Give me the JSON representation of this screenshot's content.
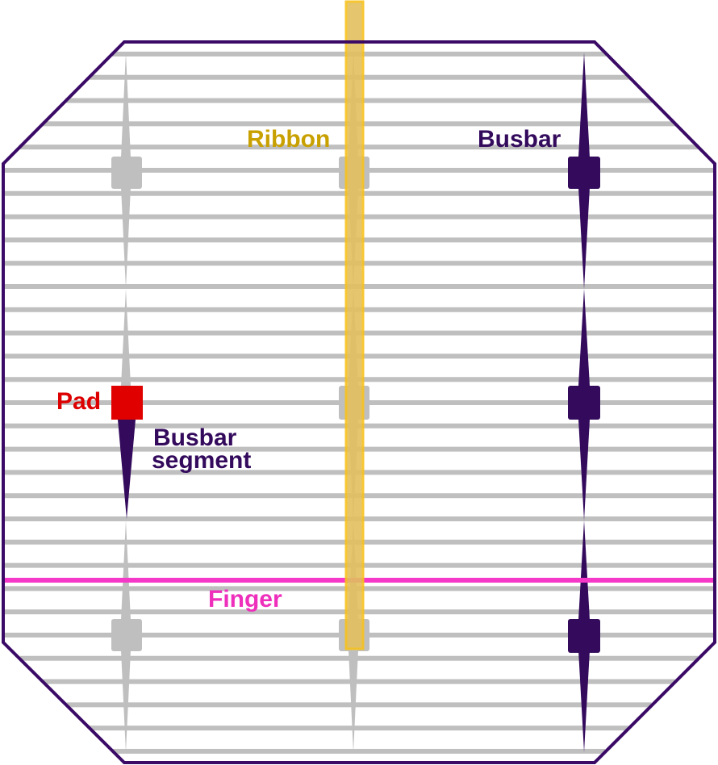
{
  "labels": {
    "ribbon": "Ribbon",
    "busbar": "Busbar",
    "pad": "Pad",
    "busbar_segment_line1": "Busbar",
    "busbar_segment_line2": "segment",
    "finger": "Finger"
  },
  "colors": {
    "cell_outline": "#3a0a66",
    "finger_gray": "#bfbfbf",
    "busbar": "#330a5c",
    "ribbon_fill": "#e3bf5e",
    "ribbon_stroke": "#f7c21d",
    "pad": "#e00000",
    "finger_highlight": "#f538c8",
    "ribbon_text": "#c8a000",
    "busbar_text": "#330a5c",
    "pad_text": "#dd0000",
    "finger_text": "#ee2fbb"
  }
}
